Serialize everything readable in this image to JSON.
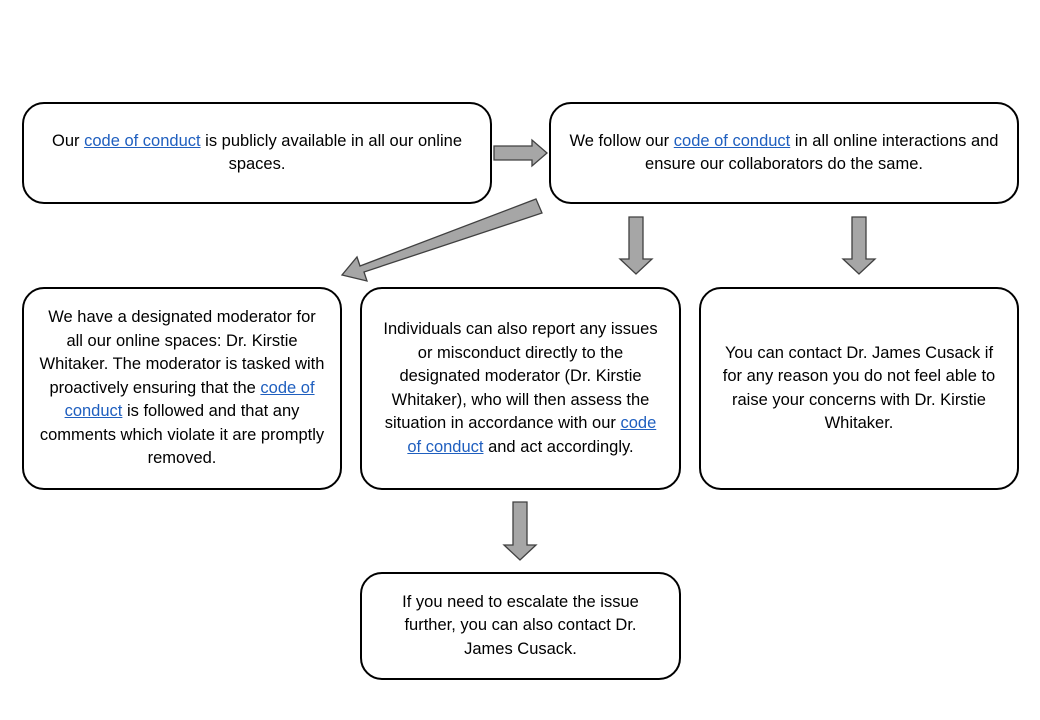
{
  "boxes": {
    "box1": {
      "pre": "Our ",
      "link": "code of conduct",
      "post": " is publicly available in all our online spaces."
    },
    "box2": {
      "pre": "We follow our ",
      "link": "code of conduct",
      "post": " in all online interactions and ensure our collaborators do the same."
    },
    "box3": {
      "pre": "We have a designated moderator for all our online spaces: Dr. Kirstie Whitaker. The moderator is tasked with proactively ensuring that the ",
      "link": "code of conduct",
      "post": " is followed and that any comments which violate it are promptly removed."
    },
    "box4": {
      "pre": "Individuals can also report any issues or misconduct directly to the designated moderator (Dr. Kirstie Whitaker), who will then assess the situation in accordance with our ",
      "link": "code of conduct",
      "post": " and act accordingly."
    },
    "box5": {
      "text": "You can contact Dr. James Cusack if for any reason you do not feel able to raise your concerns with Dr. Kirstie Whitaker."
    },
    "box6": {
      "text": "If you need to escalate the issue further, you can also contact Dr. James Cusack."
    }
  },
  "colors": {
    "link": "#1f5fbf",
    "arrow_fill": "#a6a6a6",
    "arrow_stroke": "#404040",
    "border": "#000000"
  }
}
